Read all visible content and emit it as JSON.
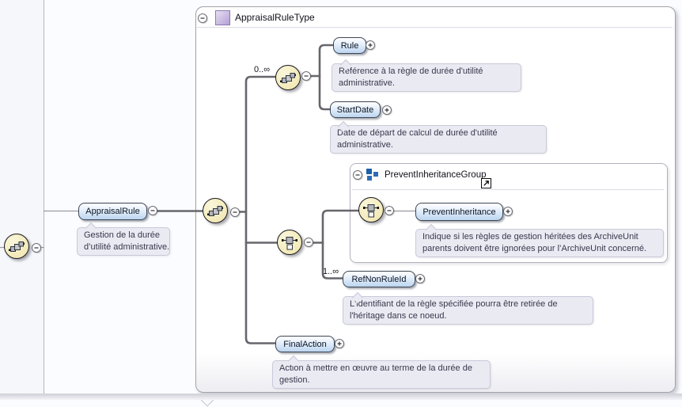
{
  "header": {
    "title": "AppraisalRuleType"
  },
  "group": {
    "title": "PreventInheritanceGroup"
  },
  "parent": {
    "label": "AppraisalRule",
    "note": [
      "Gestion de la durée",
      "d’utilité administrative."
    ]
  },
  "elements": {
    "rule": {
      "label": "Rule",
      "cardinality": "0..∞",
      "note": [
        "Référence à la règle de durée d'utilité",
        "administrative."
      ]
    },
    "startDate": {
      "label": "StartDate",
      "note": [
        "Date de départ de calcul de durée d'utilité",
        "administrative."
      ]
    },
    "preventInheritance": {
      "label": "PreventInheritance",
      "note": [
        "Indique si les règles de gestion héritées des ArchiveUnit",
        "parents doivent être ignorées pour l’ArchiveUnit concerné."
      ]
    },
    "refNonRuleId": {
      "label": "RefNonRuleId",
      "cardinality": "1..∞",
      "note": [
        "L'identifiant de la règle spécifiée pourra être retirée de",
        "l'héritage dans ce noeud."
      ]
    },
    "finalAction": {
      "label": "FinalAction",
      "note": [
        "Action à mettre en œuvre au terme de la durée de",
        "gestion."
      ]
    }
  },
  "colors": {
    "element_fill": "#bcd5ef",
    "compositor_fill": "#f2e9b6",
    "note_fill": "#eaeaf3",
    "type_icon_purple": "#b4a0d6",
    "group_icon_blue": "#1d5fa8",
    "connector": "#66666c"
  }
}
